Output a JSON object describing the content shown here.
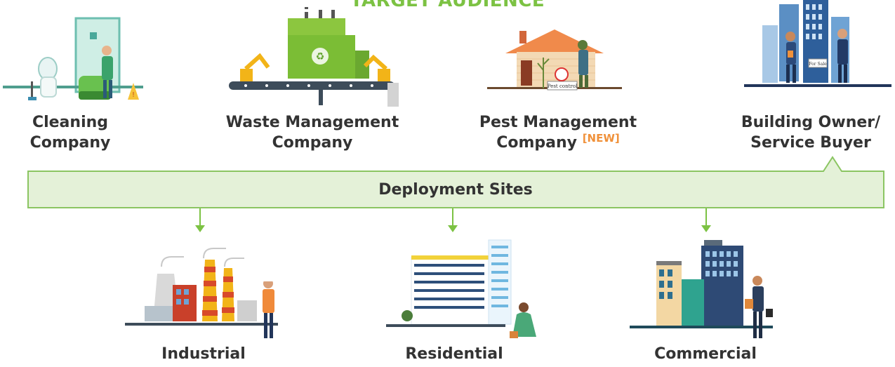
{
  "header": {
    "title": "TARGET AUDIENCE"
  },
  "audience": [
    {
      "line1": "Cleaning",
      "line2": "Company",
      "tag": ""
    },
    {
      "line1": "Waste Management",
      "line2": "Company",
      "tag": ""
    },
    {
      "line1": "Pest Management",
      "line2": "Company",
      "tag": "[NEW]"
    },
    {
      "line1": "Building Owner/",
      "line2": "Service Buyer",
      "tag": ""
    }
  ],
  "banner": {
    "label": "Deployment Sites"
  },
  "sites": [
    {
      "label": "Industrial"
    },
    {
      "label": "Residential"
    },
    {
      "label": "Commercial"
    }
  ],
  "illustration_text": {
    "pest_sign": "Pest control",
    "for_sale": "For Sale"
  },
  "colors": {
    "accent_green": "#7cc243",
    "banner_fill": "#e4f1d8",
    "banner_stroke": "#8bc562",
    "new_tag": "#f0913a",
    "text": "#333333"
  }
}
